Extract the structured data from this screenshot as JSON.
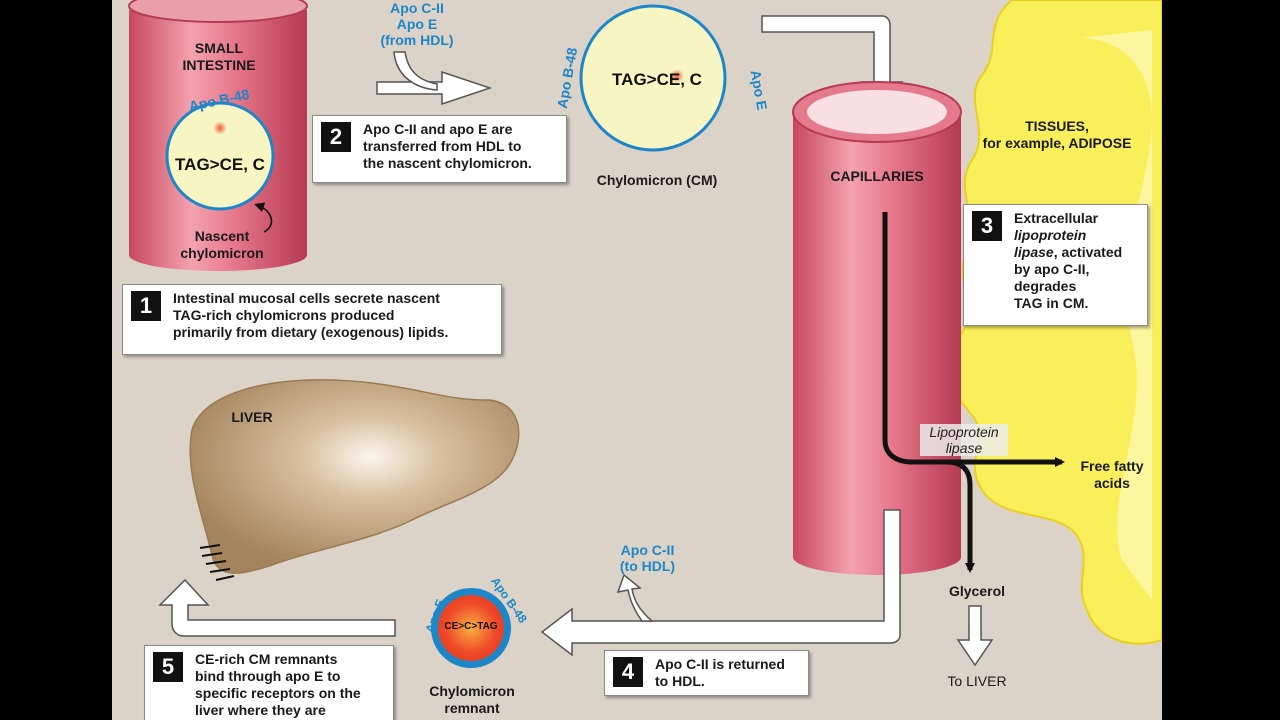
{
  "labels": {
    "small_intestine": "SMALL\nINTESTINE",
    "apo_b48_nascent": "Apo B-48",
    "nascent_contents": "TAG>CE, C",
    "nascent_label": "Nascent\nchylomicron",
    "apo_from_hdl": "Apo C-II\nApo E\n(from HDL)",
    "cm_contents": "TAG>CE, C",
    "cm_apo_b48": "Apo B-48",
    "cm_apo_e": "Apo E",
    "cm_label": "Chylomicron (CM)",
    "capillaries": "CAPILLARIES",
    "tissues": "TISSUES,\nfor example, ADIPOSE",
    "lipoprotein_lipase": "Lipoprotein\nlipase",
    "free_fatty_acids": "Free fatty\nacids",
    "glycerol": "Glycerol",
    "to_liver": "To LIVER",
    "liver": "LIVER",
    "apo_cii_to_hdl": "Apo C-II\n(to HDL)",
    "remnant_apo_e": "Apo E",
    "remnant_apo_b48": "Apo B-48",
    "remnant_contents": "CE>C>TAG",
    "remnant_label": "Chylomicron\nremnant"
  },
  "steps": [
    {
      "num": "1",
      "text_a": "Intestinal mucosal cells secrete nascent",
      "text_b": "TAG-rich chylomicrons produced",
      "text_c": "primarily from dietary (exogenous) lipids."
    },
    {
      "num": "2",
      "text_a": "Apo C-II and apo E are",
      "text_b": "transferred from HDL to",
      "text_c": "the nascent chylomicron."
    },
    {
      "num": "3",
      "text_a": "Extracellular",
      "text_b": "lipoprotein",
      "text_c": "lipase",
      "text_d": ", activated",
      "text_e": "by apo C-II,",
      "text_f": "degrades",
      "text_g": "TAG in CM."
    },
    {
      "num": "4",
      "text_a": "Apo C-II is returned",
      "text_b": "to HDL."
    },
    {
      "num": "5",
      "text_a": "CE-rich CM remnants",
      "text_b": "bind through apo E to",
      "text_c": "specific receptors on the",
      "text_d": "liver where they are"
    }
  ],
  "colors": {
    "background": "#dcd3c8",
    "vessel": "#e7788a",
    "chylomicron": "#f7f6c3",
    "apo_blue": "#1d86c8",
    "adipose": "#f9ef5a",
    "liver": "#b89770"
  }
}
